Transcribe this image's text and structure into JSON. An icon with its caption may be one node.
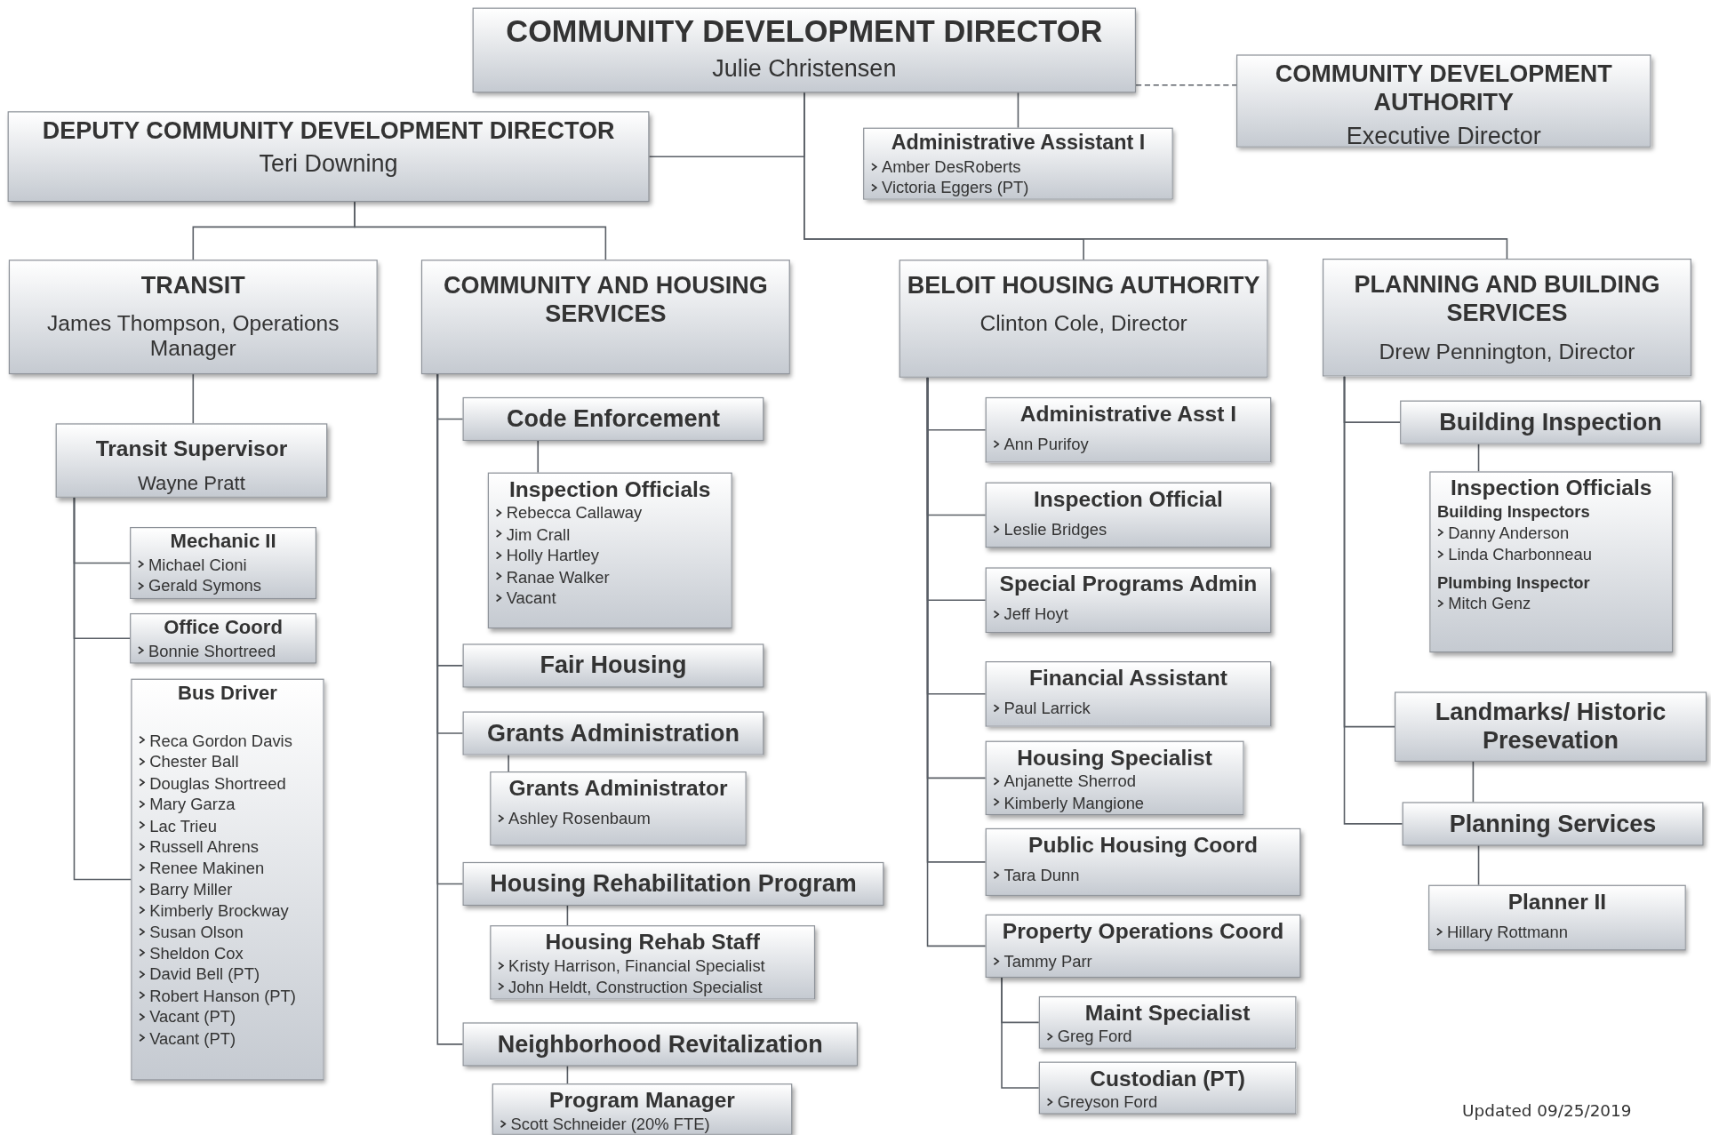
{
  "diagram": {
    "nodes": [
      {
        "text": [
          "COMMUNITY DEVELOPMENT DIRECTOR",
          "Julie Christensen"
        ]
      },
      {
        "text": [
          "COMMUNITY DEVELOPMENT AUTHORITY",
          "Executive Director"
        ]
      },
      {
        "text": [
          "Administrative Assistant I",
          "Amber DesRoberts",
          "Victoria Eggers (PT)"
        ]
      },
      {
        "text": [
          "DEPUTY COMMUNITY DEVELOPMENT DIRECTOR",
          "Teri Downing"
        ]
      },
      {
        "text": [
          "TRANSIT",
          "James Thompson, Operations Manager"
        ]
      },
      {
        "text": [
          "COMMUNITY AND HOUSING SERVICES"
        ]
      },
      {
        "text": [
          "BELOIT HOUSING AUTHORITY",
          "Clinton Cole, Director"
        ]
      },
      {
        "text": [
          "PLANNING AND BUILDING SERVICES",
          "Drew Pennington, Director"
        ]
      },
      {
        "text": [
          "Transit Supervisor",
          "Wayne Pratt"
        ]
      },
      {
        "text": [
          "Mechanic II",
          "Michael Cioni",
          "Gerald Symons"
        ]
      },
      {
        "text": [
          "Office Coord",
          "Bonnie Shortreed"
        ]
      },
      {
        "text": [
          "Bus Driver",
          "Reca Gordon Davis",
          "Chester Ball",
          "Douglas Shortreed",
          "Mary Garza",
          "Lac Trieu",
          "Russell Ahrens",
          "Renee Makinen",
          "Barry Miller",
          "Kimberly Brockway",
          "Susan Olson",
          "Sheldon Cox",
          "David Bell (PT)",
          "Robert Hanson (PT)",
          "Vacant (PT)",
          "Vacant (PT)"
        ]
      },
      {
        "text": [
          "Code Enforcement"
        ]
      },
      {
        "text": [
          "Inspection Officials",
          "Rebecca Callaway",
          "Jim Crall",
          "Holly Hartley",
          "Ranae Walker",
          "Vacant"
        ]
      },
      {
        "text": [
          "Fair Housing"
        ]
      },
      {
        "text": [
          "Grants Administration"
        ]
      },
      {
        "text": [
          "Grants Administrator",
          "Ashley Rosenbaum"
        ]
      },
      {
        "text": [
          "Housing Rehabilitation Program"
        ]
      },
      {
        "text": [
          "Housing Rehab Staff",
          "Kristy Harrison, Financial Specialist",
          "John Heldt, Construction Specialist"
        ]
      },
      {
        "text": [
          "Neighborhood Revitalization"
        ]
      },
      {
        "text": [
          "Program Manager",
          "Scott Schneider (20% FTE)"
        ]
      },
      {
        "text": [
          "Administrative Asst I",
          "Ann Purifoy"
        ]
      },
      {
        "text": [
          "Inspection Official",
          "Leslie Bridges"
        ]
      },
      {
        "text": [
          "Special Programs Admin",
          "Jeff Hoyt"
        ]
      },
      {
        "text": [
          "Financial Assistant",
          "Paul Larrick"
        ]
      },
      {
        "text": [
          "Housing Specialist",
          "Anjanette Sherrod",
          "Kimberly Mangione"
        ]
      },
      {
        "text": [
          "Public Housing Coord",
          "Tara Dunn"
        ]
      },
      {
        "text": [
          "Property Operations Coord",
          "Tammy Parr"
        ]
      },
      {
        "text": [
          "Maint Specialist",
          "Greg Ford"
        ]
      },
      {
        "text": [
          "Custodian (PT)",
          "Greyson Ford"
        ]
      },
      {
        "text": [
          "Building Inspection"
        ]
      },
      {
        "text": [
          "Inspection Officials",
          "Building Inspectors",
          "Danny Anderson",
          "Linda Charbonneau",
          "Plumbing Inspector",
          "Mitch Genz"
        ]
      },
      {
        "text": [
          "Landmarks/ Historic Presevation"
        ]
      },
      {
        "text": [
          "Planning Services"
        ]
      },
      {
        "text": [
          "Planner II",
          "Hillary Rottmann"
        ]
      }
    ],
    "edges": [
      {
        "from": 0,
        "to": 1,
        "arrow": "none",
        "style": "dashed"
      },
      {
        "from": 0,
        "to": 2,
        "arrow": "none"
      },
      {
        "from": 0,
        "to": 3,
        "arrow": "none"
      },
      {
        "from": 0,
        "to": 6,
        "arrow": "none"
      },
      {
        "from": 0,
        "to": 7,
        "arrow": "none"
      },
      {
        "from": 3,
        "to": 4,
        "arrow": "none"
      },
      {
        "from": 3,
        "to": 5,
        "arrow": "none"
      },
      {
        "from": 4,
        "to": 8,
        "arrow": "none"
      },
      {
        "from": 8,
        "to": 9,
        "arrow": "none"
      },
      {
        "from": 8,
        "to": 10,
        "arrow": "none"
      },
      {
        "from": 8,
        "to": 11,
        "arrow": "none"
      },
      {
        "from": 5,
        "to": 12,
        "arrow": "none"
      },
      {
        "from": 12,
        "to": 13,
        "arrow": "none"
      },
      {
        "from": 5,
        "to": 14,
        "arrow": "none"
      },
      {
        "from": 5,
        "to": 15,
        "arrow": "none"
      },
      {
        "from": 15,
        "to": 16,
        "arrow": "none"
      },
      {
        "from": 5,
        "to": 17,
        "arrow": "none"
      },
      {
        "from": 17,
        "to": 18,
        "arrow": "none"
      },
      {
        "from": 5,
        "to": 19,
        "arrow": "none"
      },
      {
        "from": 19,
        "to": 20,
        "arrow": "none"
      },
      {
        "from": 6,
        "to": 21,
        "arrow": "none"
      },
      {
        "from": 6,
        "to": 22,
        "arrow": "none"
      },
      {
        "from": 6,
        "to": 23,
        "arrow": "none"
      },
      {
        "from": 6,
        "to": 24,
        "arrow": "none"
      },
      {
        "from": 6,
        "to": 25,
        "arrow": "none"
      },
      {
        "from": 6,
        "to": 26,
        "arrow": "none"
      },
      {
        "from": 6,
        "to": 27,
        "arrow": "none"
      },
      {
        "from": 27,
        "to": 28,
        "arrow": "none"
      },
      {
        "from": 27,
        "to": 29,
        "arrow": "none"
      },
      {
        "from": 7,
        "to": 30,
        "arrow": "none"
      },
      {
        "from": 30,
        "to": 31,
        "arrow": "none"
      },
      {
        "from": 7,
        "to": 32,
        "arrow": "none"
      },
      {
        "from": 32,
        "to": 33,
        "arrow": "none"
      },
      {
        "from": 7,
        "to": 33,
        "arrow": "none"
      },
      {
        "from": 33,
        "to": 34,
        "arrow": "none"
      }
    ],
    "labels": [
      "Updated 09/25/2019"
    ]
  }
}
